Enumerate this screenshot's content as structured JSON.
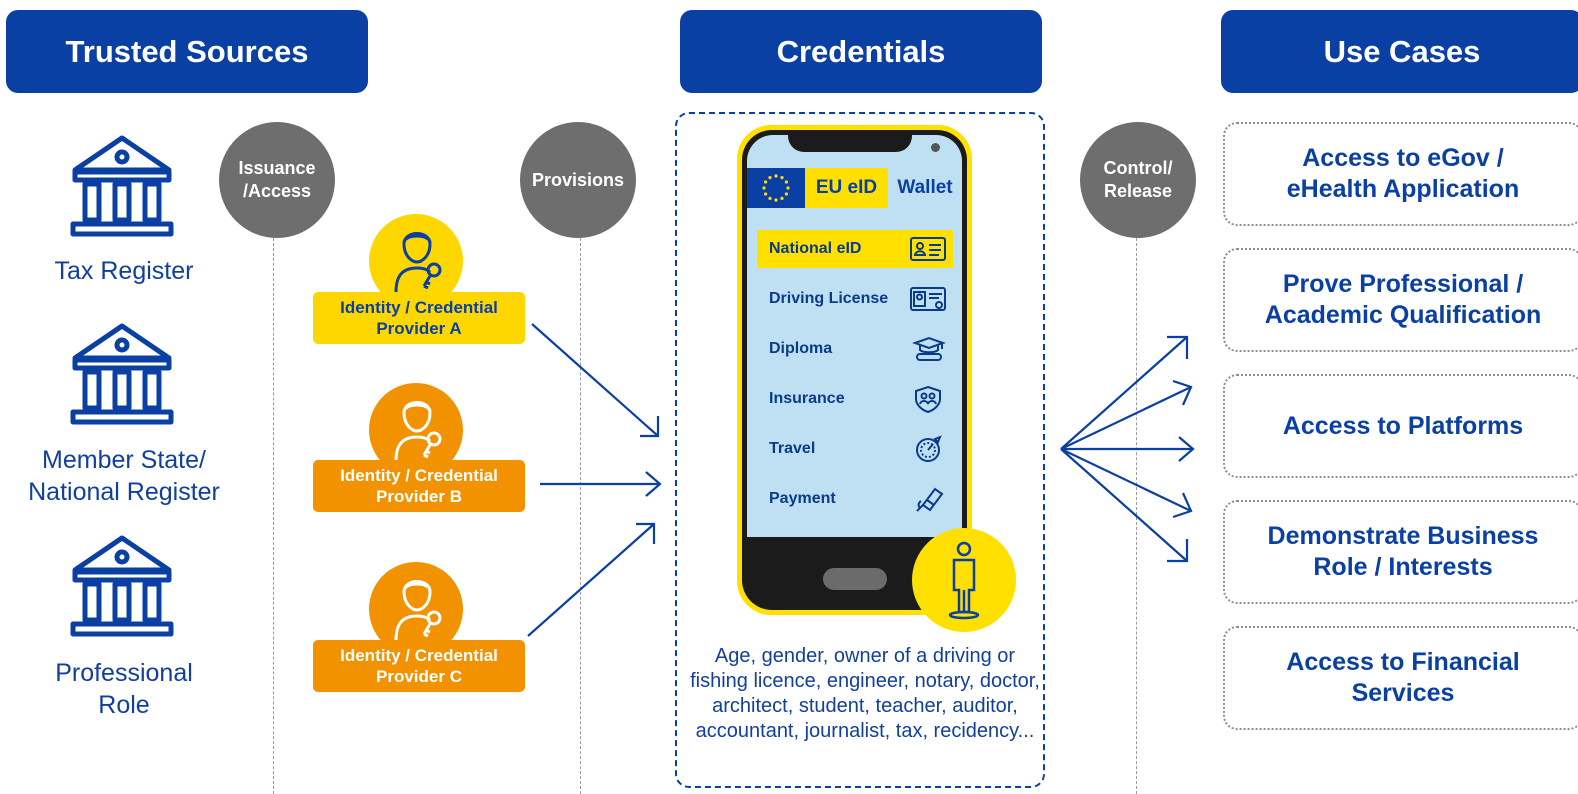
{
  "headers": {
    "trusted_sources": "Trusted Sources",
    "credentials": "Credentials",
    "use_cases": "Use Cases"
  },
  "circles": {
    "issuance": "Issuance /Access",
    "provisions": "Provisions",
    "control": "Control/ Release"
  },
  "sources": [
    {
      "label": "Tax Register",
      "icon": "institution-icon"
    },
    {
      "label": "Member State/ National Register",
      "icon": "institution-icon"
    },
    {
      "label": "Professional Role",
      "icon": "institution-icon"
    }
  ],
  "providers": [
    {
      "label": "Identity / Credential Provider A",
      "color": "#ffd700",
      "icon": "person-key-icon"
    },
    {
      "label": "Identity / Credential Provider B",
      "color": "#f39200",
      "icon": "person-key-icon"
    },
    {
      "label": "Identity / Credential Provider C",
      "color": "#f39200",
      "icon": "person-key-icon"
    }
  ],
  "wallet": {
    "brand": "EU eID",
    "title": "Wallet",
    "credentials": [
      {
        "label": "National eID",
        "icon": "id-card-icon"
      },
      {
        "label": "Driving License",
        "icon": "license-icon"
      },
      {
        "label": "Diploma",
        "icon": "graduation-cap-icon"
      },
      {
        "label": "Insurance",
        "icon": "shield-family-icon"
      },
      {
        "label": "Travel",
        "icon": "compass-plane-icon"
      },
      {
        "label": "Payment",
        "icon": "card-hand-icon"
      }
    ]
  },
  "caption": "Age, gender, owner of a driving or fishing licence, engineer, notary, doctor, architect, student, teacher, auditor, accountant, journalist, tax, recidency...",
  "use_cases": [
    "Access to eGov / eHealth Application",
    "Prove Professional / Academic Qualification",
    "Access to Platforms",
    "Demonstrate Business Role / Interests",
    "Access to Financial Services"
  ],
  "colors": {
    "primary_blue": "#0a3fa3",
    "gray_circle": "#6e6e6e",
    "yellow": "#ffd700",
    "orange": "#f39200",
    "light_blue": "#bfe0f2"
  }
}
